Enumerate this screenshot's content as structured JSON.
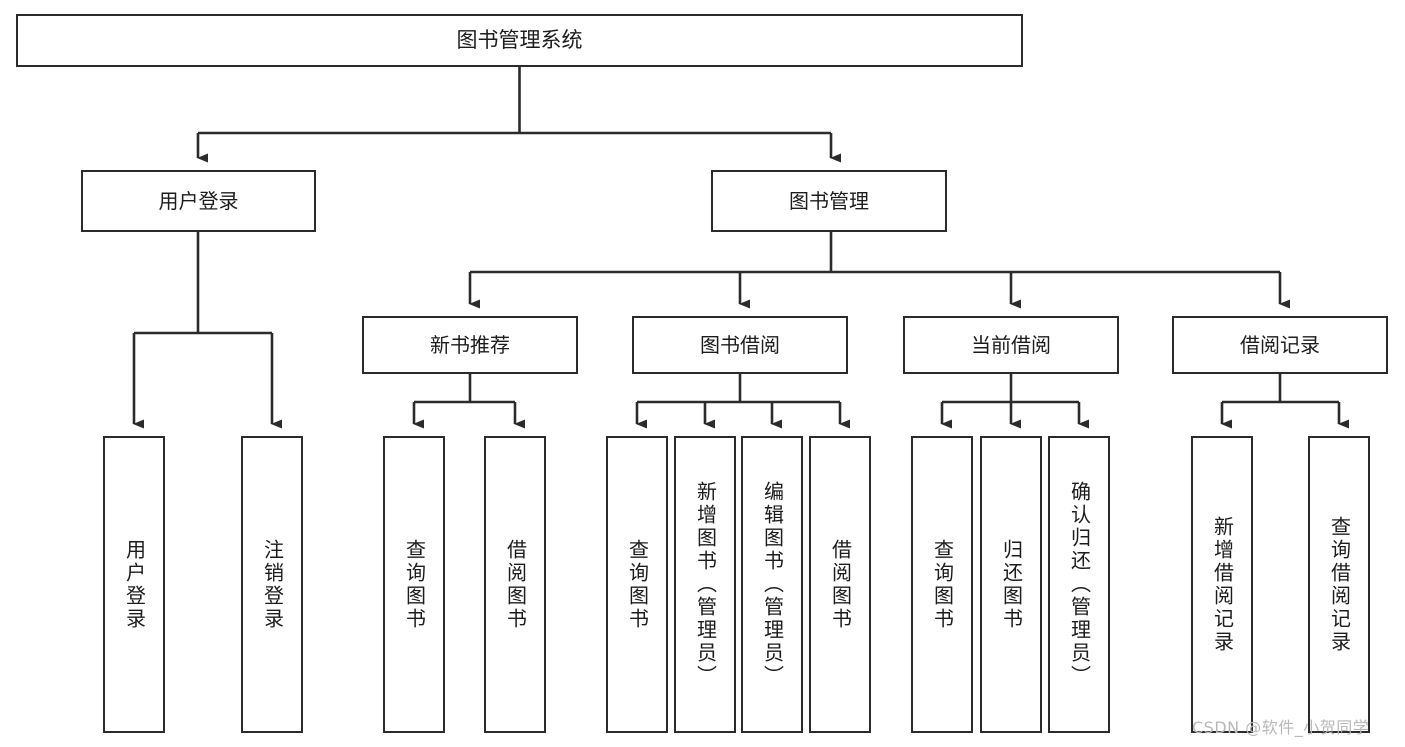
{
  "diagram": {
    "title": "图书管理系统",
    "type": "tree-hierarchy-chart",
    "stroke_color": "#2b2b2b",
    "background_color": "#ffffff",
    "nodes": {
      "root": {
        "label": "图书管理系统"
      },
      "level1": [
        {
          "id": "user-login",
          "label": "用户登录"
        },
        {
          "id": "book-management",
          "label": "图书管理"
        }
      ],
      "level2": [
        {
          "id": "new-book-recommend",
          "label": "新书推荐"
        },
        {
          "id": "book-borrow",
          "label": "图书借阅"
        },
        {
          "id": "current-borrow",
          "label": "当前借阅"
        },
        {
          "id": "borrow-record",
          "label": "借阅记录"
        }
      ],
      "leaves": {
        "user-login": [
          {
            "id": "leaf-user-login",
            "label": "用户登录"
          },
          {
            "id": "leaf-logout",
            "label": "注销登录"
          }
        ],
        "new-book-recommend": [
          {
            "id": "leaf-query-book-1",
            "label": "查询图书"
          },
          {
            "id": "leaf-borrow-book-1",
            "label": "借阅图书"
          }
        ],
        "book-borrow": [
          {
            "id": "leaf-query-book-2",
            "label": "查询图书"
          },
          {
            "id": "leaf-add-book",
            "label": "新增图书（管理员）"
          },
          {
            "id": "leaf-edit-book",
            "label": "编辑图书（管理员）"
          },
          {
            "id": "leaf-borrow-book-2",
            "label": "借阅图书"
          }
        ],
        "current-borrow": [
          {
            "id": "leaf-query-book-3",
            "label": "查询图书"
          },
          {
            "id": "leaf-return-book",
            "label": "归还图书"
          },
          {
            "id": "leaf-confirm-return",
            "label": "确认归还（管理员）"
          }
        ],
        "borrow-record": [
          {
            "id": "leaf-add-record",
            "label": "新增借阅记录"
          },
          {
            "id": "leaf-query-record",
            "label": "查询借阅记录"
          }
        ]
      }
    },
    "watermark": "CSDN @软件_小贺同学"
  }
}
